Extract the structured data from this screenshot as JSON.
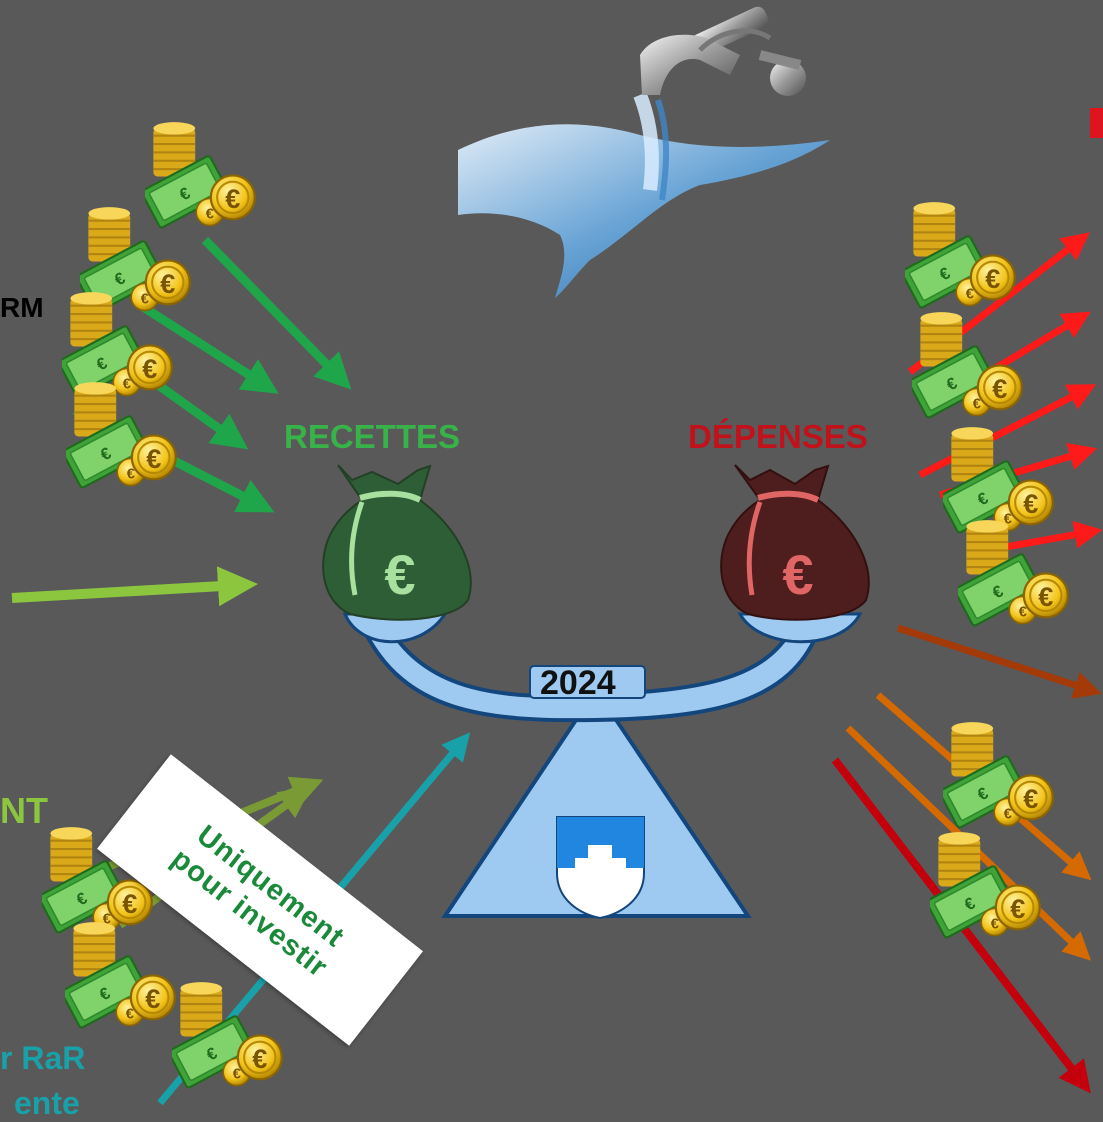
{
  "labels": {
    "recettes": "RECETTES",
    "depenses": "DÉPENSES",
    "year": "2024",
    "partial_top_left": "RM",
    "partial_mid_left": "NT",
    "partial_bottom_left_1": "r RaR",
    "partial_bottom_left_2": "ente"
  },
  "banner": {
    "line1": "Uniquement",
    "line2": "pour investir"
  },
  "bags": {
    "recettes_symbol": "€",
    "depenses_symbol": "€"
  },
  "icons": {
    "coin": "euro-coin-stack-with-banknotes-icon",
    "faucet": "faucet-with-water-icon",
    "crest": "coat-of-arms-icon"
  },
  "colors": {
    "background": "#595959",
    "recettes": "#37b34a",
    "depenses": "#c1121c",
    "arrow_green": "#1fa64b",
    "arrow_lime": "#8cc63f",
    "arrow_olive": "#7a9a35",
    "arrow_teal": "#18a1a8",
    "arrow_red": "#ff1a1a",
    "arrow_brown": "#a33a08",
    "arrow_orange": "#d56a00",
    "arrow_darkred": "#c4000c",
    "scale": "#9ec9f0",
    "partial_black": "#000000",
    "partial_lime": "#8cc63f",
    "partial_teal": "#18a1a8",
    "partial_red_top": "#e0141e"
  }
}
